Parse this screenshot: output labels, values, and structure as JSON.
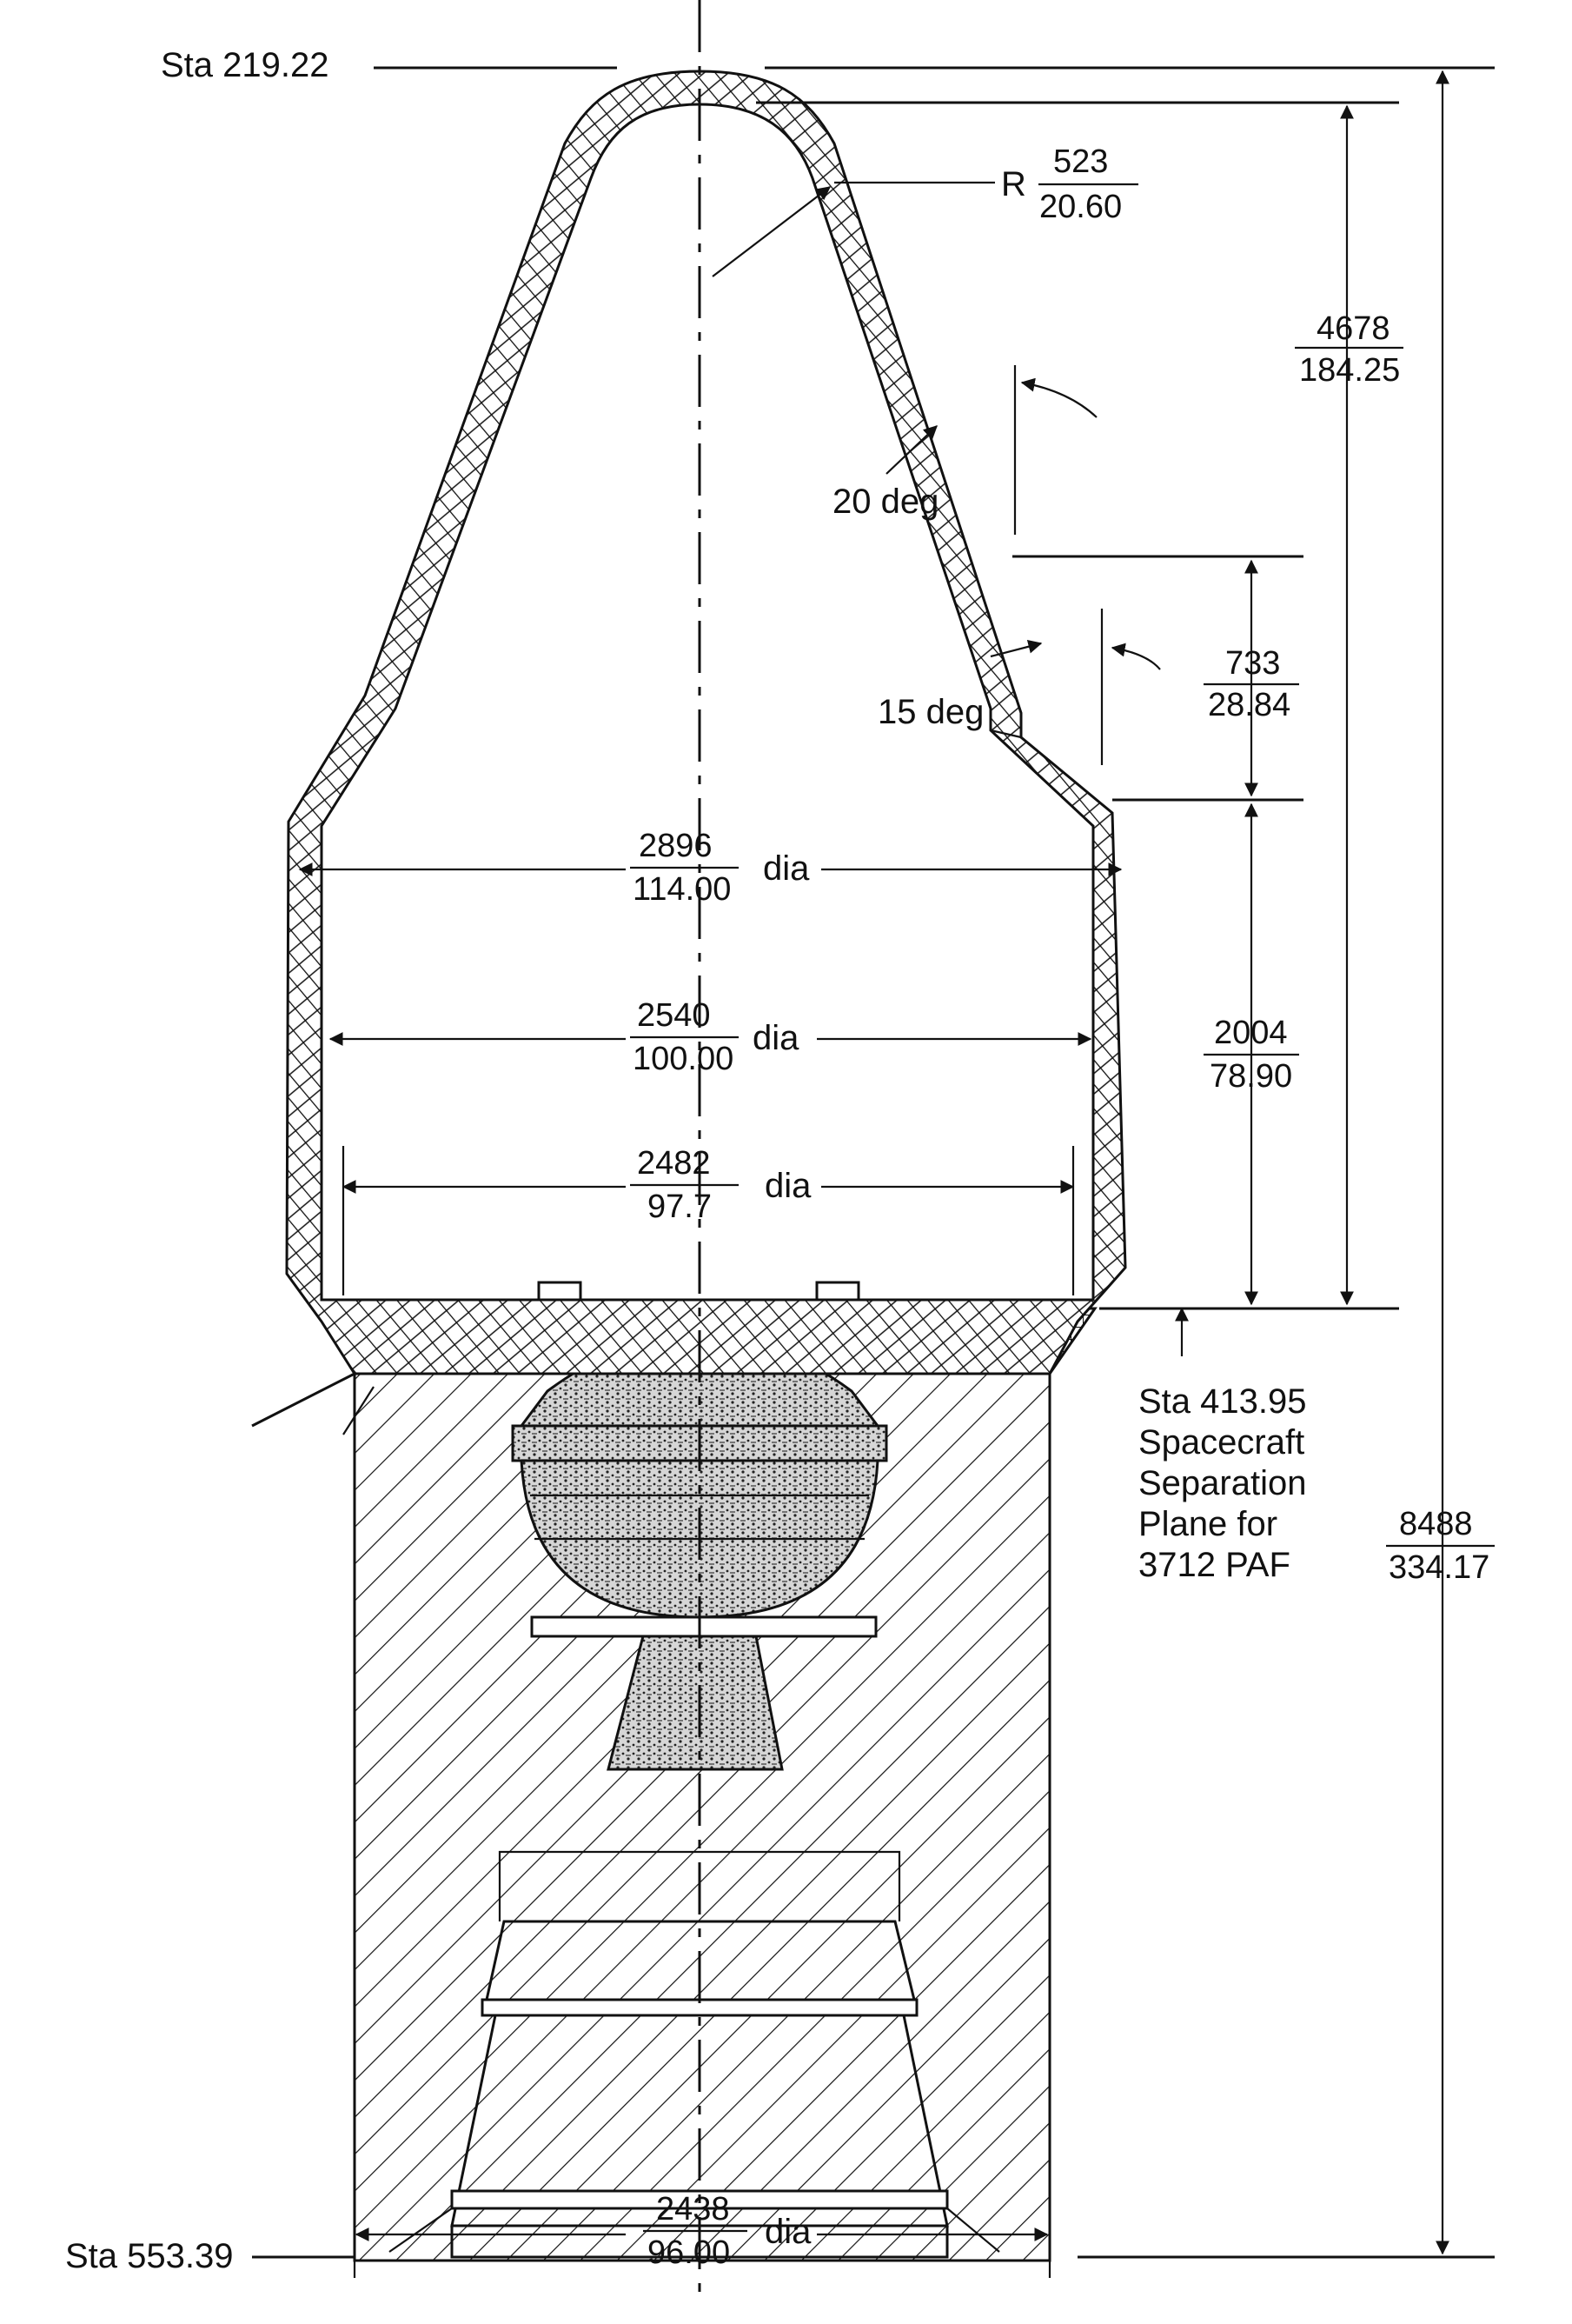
{
  "diagram": {
    "stations": {
      "top": "Sta 219.22",
      "separation": [
        "Sta 413.95",
        "Spacecraft",
        "Separation",
        "Plane for",
        "3712  PAF"
      ],
      "bottom": "Sta 553.39"
    },
    "nose_radius": {
      "prefix": "R",
      "metric": "523",
      "imperial": "20.60"
    },
    "angles": {
      "upper": "20 deg",
      "lower": "15 deg"
    },
    "vertical_dims": {
      "nose_height": {
        "metric": "4678",
        "imperial": "184.25"
      },
      "cone_band": {
        "metric": "733",
        "imperial": "28.84"
      },
      "cylinder": {
        "metric": "2004",
        "imperial": "78.90"
      },
      "overall": {
        "metric": "8488",
        "imperial": "334.17"
      }
    },
    "diameters": {
      "fairing": {
        "metric": "2896",
        "imperial": "114.00",
        "suffix": "dia"
      },
      "envelope": {
        "metric": "2540",
        "imperial": "100.00",
        "suffix": "dia"
      },
      "usable": {
        "metric": "2482",
        "imperial": "97.7",
        "suffix": "dia"
      },
      "stage": {
        "metric": "2438",
        "imperial": "96.00",
        "suffix": "dia"
      }
    }
  },
  "colors": {
    "ink": "#111111",
    "paper": "#ffffff"
  }
}
